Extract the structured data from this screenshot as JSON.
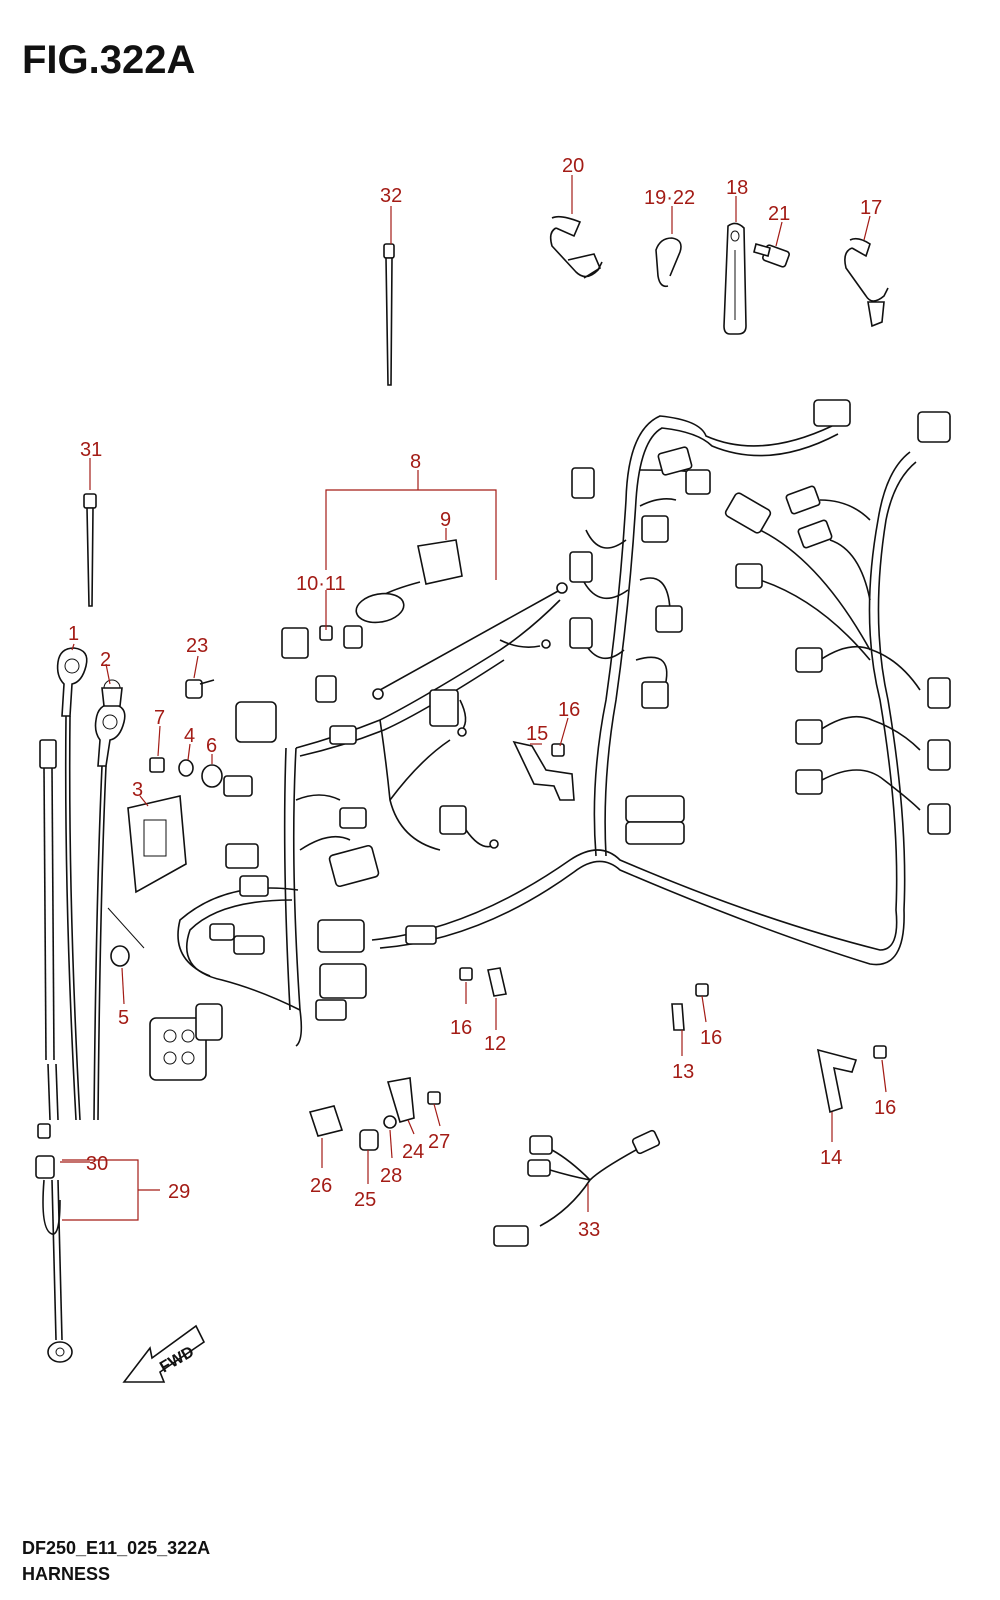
{
  "figure": {
    "title": "FIG.322A",
    "code": "DF250_E11_025_322A",
    "name": "HARNESS"
  },
  "colors": {
    "callout": "#a31c16",
    "line": "#111111"
  },
  "fwd_label": "FWD",
  "callouts": [
    {
      "id": "c1",
      "label": "1"
    },
    {
      "id": "c2",
      "label": "2"
    },
    {
      "id": "c3",
      "label": "3"
    },
    {
      "id": "c4",
      "label": "4"
    },
    {
      "id": "c5",
      "label": "5"
    },
    {
      "id": "c6",
      "label": "6"
    },
    {
      "id": "c7",
      "label": "7"
    },
    {
      "id": "c8",
      "label": "8"
    },
    {
      "id": "c9",
      "label": "9"
    },
    {
      "id": "c10",
      "label": "10·11"
    },
    {
      "id": "c12",
      "label": "12"
    },
    {
      "id": "c13",
      "label": "13"
    },
    {
      "id": "c14",
      "label": "14"
    },
    {
      "id": "c15",
      "label": "15"
    },
    {
      "id": "c16a",
      "label": "16"
    },
    {
      "id": "c16b",
      "label": "16"
    },
    {
      "id": "c16c",
      "label": "16"
    },
    {
      "id": "c16d",
      "label": "16"
    },
    {
      "id": "c17",
      "label": "17"
    },
    {
      "id": "c18",
      "label": "18"
    },
    {
      "id": "c19",
      "label": "19·22"
    },
    {
      "id": "c20",
      "label": "20"
    },
    {
      "id": "c21",
      "label": "21"
    },
    {
      "id": "c23",
      "label": "23"
    },
    {
      "id": "c24",
      "label": "24"
    },
    {
      "id": "c25",
      "label": "25"
    },
    {
      "id": "c26",
      "label": "26"
    },
    {
      "id": "c27",
      "label": "27"
    },
    {
      "id": "c28",
      "label": "28"
    },
    {
      "id": "c29",
      "label": "29"
    },
    {
      "id": "c30",
      "label": "30"
    },
    {
      "id": "c31",
      "label": "31"
    },
    {
      "id": "c32",
      "label": "32"
    },
    {
      "id": "c33",
      "label": "33"
    }
  ]
}
